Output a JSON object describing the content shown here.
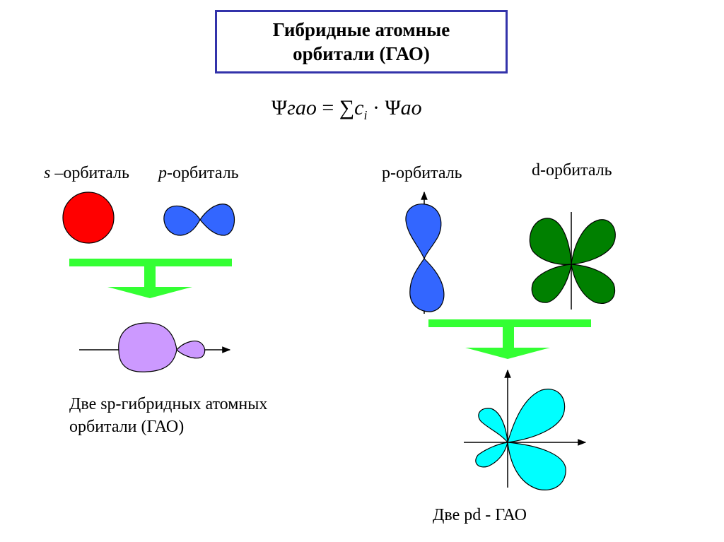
{
  "title": "Гибридные атомные\nорбитали (ГАО)",
  "formula": {
    "psi": "Ψ",
    "lhs_sub": "гао",
    "eq": " = ∑",
    "c": "c",
    "c_sub": "i",
    "dot": " · Ψ",
    "rhs_sub": "ао"
  },
  "labels": {
    "s_italic": "s",
    "s_rest": " –орбиталь",
    "p_italic": "p",
    "p_rest": "-орбиталь",
    "p_right": "p-орбиталь",
    "d_right": "d-орбиталь",
    "sp_caption": "Две sp-гибридных атомных\n орбитали (ГАО)",
    "pd_caption": "Две pd - ГАО"
  },
  "colors": {
    "s_orbital": "#ff0000",
    "p_orbital": "#3366ff",
    "d_orbital": "#008000",
    "sp_hybrid": "#cc99ff",
    "pd_hybrid": "#00ffff",
    "arrow": "#33ff33",
    "title_border": "#3333aa"
  }
}
